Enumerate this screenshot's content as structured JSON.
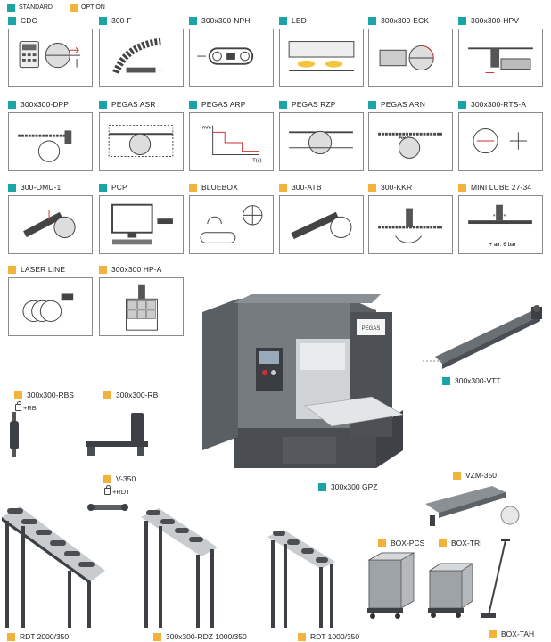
{
  "legend": {
    "standard": "STANDARD",
    "option": "OPTION"
  },
  "colors": {
    "standard": "#1aa5a4",
    "option": "#f3b23c"
  },
  "tiles": [
    {
      "label": "CDC",
      "type": "standard"
    },
    {
      "label": "300-F",
      "type": "standard"
    },
    {
      "label": "300x300-NPH",
      "type": "standard"
    },
    {
      "label": "LED",
      "type": "standard"
    },
    {
      "label": "300x300-ECK",
      "type": "standard"
    },
    {
      "label": "300x300-HPV",
      "type": "standard"
    },
    {
      "label": "300x300-DPP",
      "type": "standard"
    },
    {
      "label": "PEGAS ASR",
      "type": "standard"
    },
    {
      "label": "PEGAS ARP",
      "type": "standard"
    },
    {
      "label": "PEGAS RZP",
      "type": "standard"
    },
    {
      "label": "PEGAS ARN",
      "type": "standard"
    },
    {
      "label": "300x300-RTS-A",
      "type": "standard"
    },
    {
      "label": "300-OMU-1",
      "type": "standard"
    },
    {
      "label": "PCP",
      "type": "standard"
    },
    {
      "label": "BLUEBOX",
      "type": "option"
    },
    {
      "label": "300-ATB",
      "type": "option"
    },
    {
      "label": "300-KKR",
      "type": "option"
    },
    {
      "label": "MINI LUBE 27-34",
      "type": "option"
    },
    {
      "label": "LASER LINE",
      "type": "option"
    },
    {
      "label": "300x300 HP-A",
      "type": "option"
    }
  ],
  "tile_text": {
    "arn": "ARN",
    "mm": "mm",
    "ts": "T(s)",
    "air": "+ air: 6 bar"
  },
  "accessories": {
    "vtt": "300x300-VTT",
    "gpz": "300x300 GPZ",
    "rbs": "300x300-RBS",
    "rbs_sub": "+RB",
    "rb": "300x300-RB",
    "v350": "V-350",
    "v350_sub": "+RDT",
    "vzm": "VZM-350",
    "rdt2000": "RDT 2000/350",
    "rdz": "300x300-RDZ 1000/350",
    "rdt1000": "RDT 1000/350",
    "boxpcs": "BOX-PCS",
    "boxtri": "BOX-TRI",
    "boxtah": "BOX-TAH"
  },
  "machine": {
    "brand": "PEGAS"
  }
}
